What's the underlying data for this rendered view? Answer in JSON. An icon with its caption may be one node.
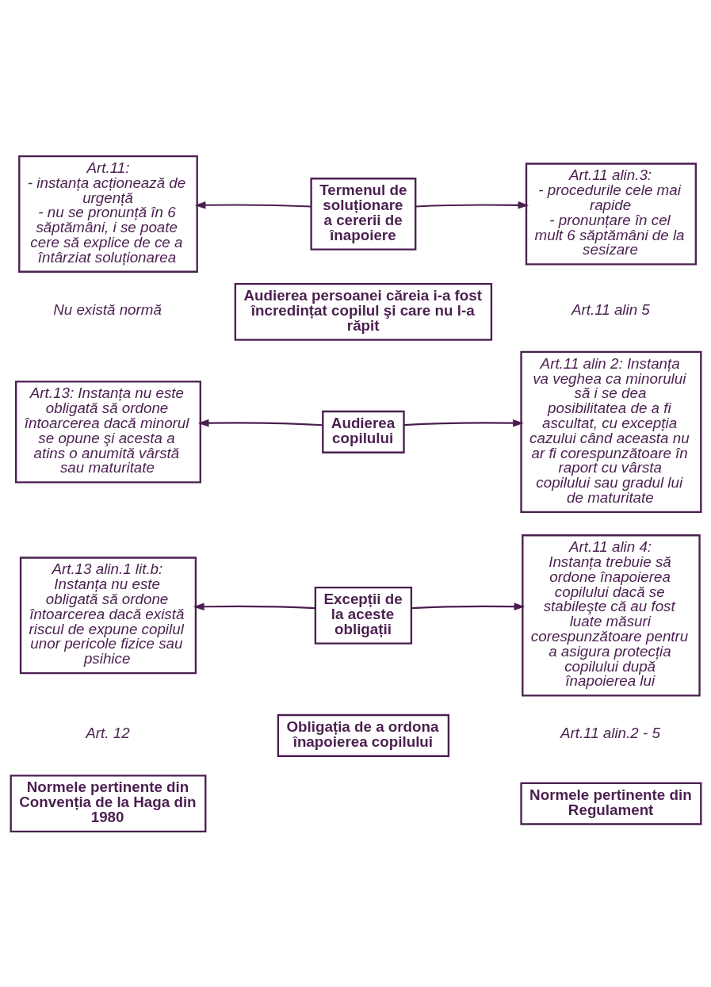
{
  "diagram": {
    "nodes": [
      {
        "text": [
          "Normele pertinente din Convenția de la Haga din 1980"
        ]
      },
      {
        "text": [
          "Normele pertinente din Regulament"
        ]
      },
      {
        "text": [
          "Obligația de a ordona înapoierea copilului"
        ]
      },
      {
        "text": [
          "Art.13 alin.1 lit.b:",
          "Instanța nu este obligată să ordone întoarcerea dacă există riscul de expune copilul unor pericole fizice sau psihice"
        ]
      },
      {
        "text": [
          "Excepții de la aceste obligații"
        ]
      },
      {
        "text": [
          "Art.11 alin 4:",
          "Instanța trebuie să ordone înapoierea copilului dacă se stabileşte că au fost luate măsuri corespunzătoare pentru a asigura protecția copilului după înapoierea lui"
        ]
      },
      {
        "text": [
          "Art.13: Instanța nu este obligată să ordone întoarcerea dacă minorul se opune şi acesta a atins o anumită vârstă sau maturitate"
        ]
      },
      {
        "text": [
          "Audierea copilului"
        ]
      },
      {
        "text": [
          "Art.11 alin 2: Instanța va veghea ca minorului să i se dea posibilitatea de a fi ascultat, cu excepția cazului când aceasta nu ar fi corespunzătoare în raport cu vârsta copilului sau gradul lui de maturitate"
        ]
      },
      {
        "text": [
          "Audierea persoanei căreia i-a fost încredințat copilul şi care nu l-a răpit"
        ]
      },
      {
        "text": [
          "Art.11:",
          "- instanța acționează de urgență",
          "- nu se pronunță în 6 săptămâni, i se poate cere să explice de ce a întârziat soluționarea"
        ]
      },
      {
        "text": [
          "Termenul de soluționare a cererii de înapoiere"
        ]
      },
      {
        "text": [
          "Art.11 alin.3:",
          "- procedurile cele mai rapide",
          "- pronunțare în cel mult 6 săptămâni de la sesizare"
        ]
      }
    ],
    "edges": [
      {
        "from": 4,
        "to": 3,
        "arrow": "to"
      },
      {
        "from": 4,
        "to": 5,
        "arrow": "to"
      },
      {
        "from": 7,
        "to": 6,
        "arrow": "to"
      },
      {
        "from": 7,
        "to": 8,
        "arrow": "to"
      },
      {
        "from": 11,
        "to": 10,
        "arrow": "to"
      },
      {
        "from": 11,
        "to": 12,
        "arrow": "to"
      }
    ],
    "labels": [
      "Art. 12",
      "Art.11 alin.2 - 5",
      "Nu există normă",
      "Art.11 alin 5"
    ]
  }
}
